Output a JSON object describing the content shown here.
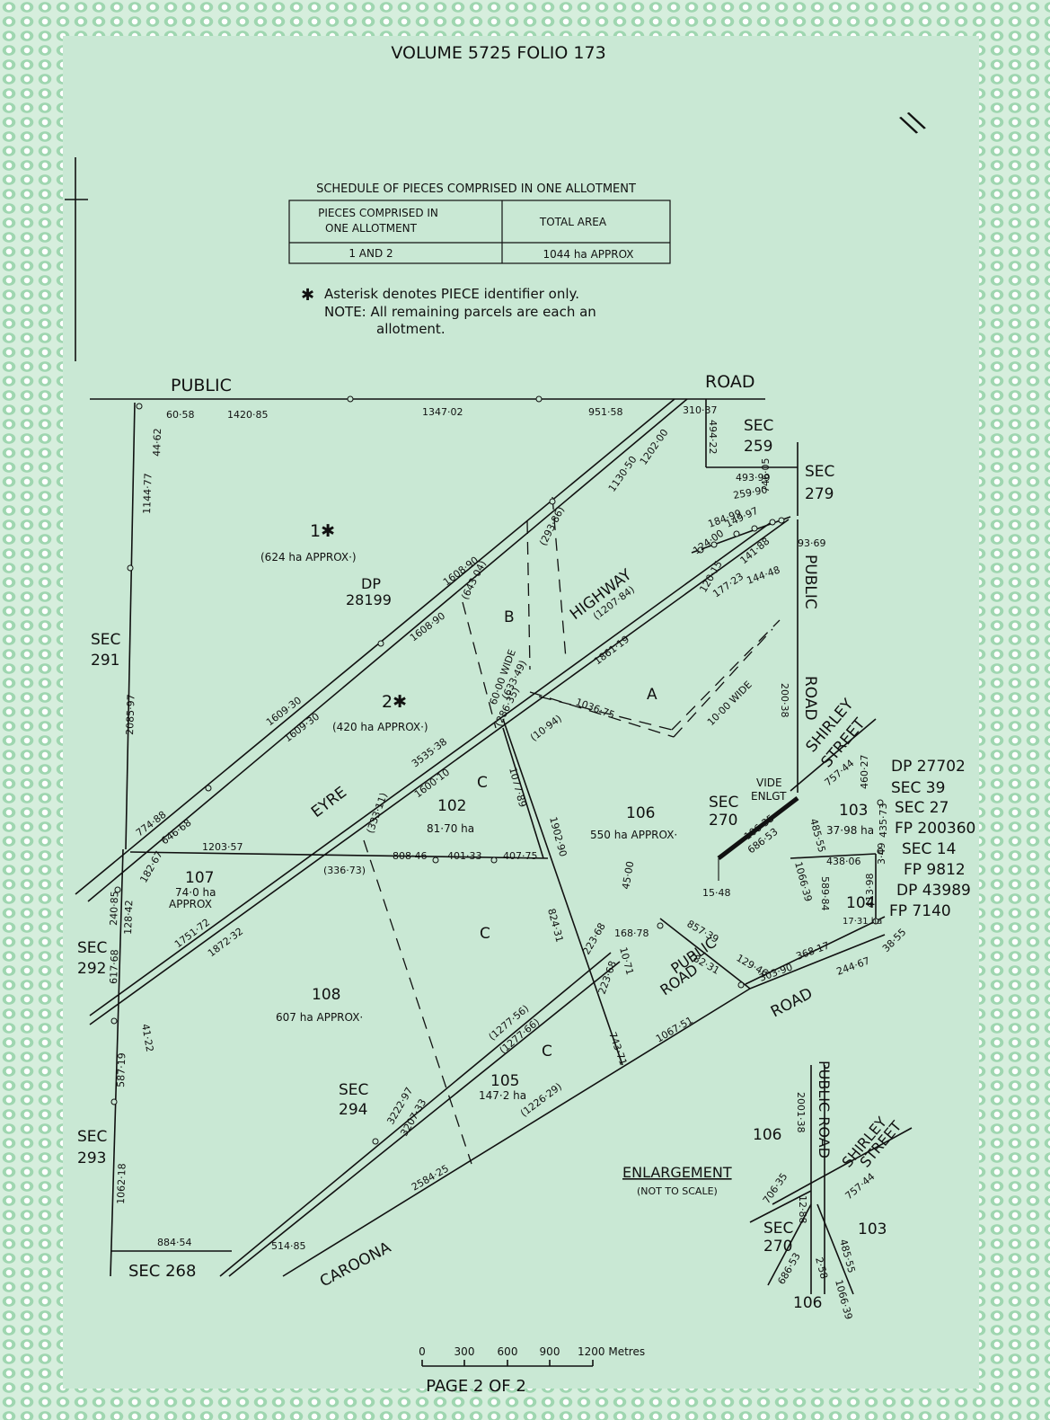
{
  "header": {
    "title": "VOLUME  5725    FOLIO  173"
  },
  "schedule": {
    "title": "SCHEDULE OF PIECES COMPRISED IN ONE ALLOTMENT",
    "col1_line1": "PIECES COMPRISED IN",
    "col1_line2": "ONE ALLOTMENT",
    "col2": "TOTAL AREA",
    "row_pieces": "1 AND 2",
    "row_area": "1044 ha APPROX"
  },
  "notes": {
    "asterisk": "✱",
    "line1": "Asterisk denotes PIECE identifier only.",
    "line2": "NOTE: All remaining parcels are each an",
    "line3": "allotment."
  },
  "roads": {
    "public_top": "PUBLIC",
    "road_top": "ROAD",
    "highway": "HIGHWAY",
    "eyre": "EYRE",
    "public_right": "PUBLIC",
    "road_right": "ROAD",
    "shirley": "SHIRLEY",
    "street": "STREET",
    "public_road_small_1": "PUBLIC",
    "public_road_small_2": "ROAD",
    "road_bottom": "ROAD",
    "caroona": "CAROONA",
    "wide_60": "60·00  WIDE",
    "wide_10": "10·00  WIDE",
    "vide_enlgt_1": "VIDE",
    "vide_enlgt_2": "ENLGT"
  },
  "parcels": {
    "p1": "1✱",
    "p1_area": "(624 ha APPROX·)",
    "dp_1": "DP",
    "dp_2": "28199",
    "pB": "B",
    "p2": "2✱",
    "p2_area": "(420 ha APPROX·)",
    "pA": "A",
    "pC1": "C",
    "pC2": "C",
    "pC3": "C",
    "p102": "102",
    "p102_area": "81·70 ha",
    "p106": "106",
    "p106_area": "550 ha APPROX·",
    "p107": "107",
    "p107_area1": "74·0 ha",
    "p107_area2": "APPROX",
    "p108": "108",
    "p108_area": "607 ha APPROX·",
    "p105": "105",
    "p105_area": "147·2 ha",
    "p103": "103",
    "p103_area": "37·98 ha",
    "p104": "104",
    "p104_area": "17·31 ha"
  },
  "sections": {
    "sec259_1": "SEC",
    "sec259_2": "259",
    "sec279_1": "SEC",
    "sec279_2": "279",
    "sec291_1": "SEC",
    "sec291_2": "291",
    "sec292_1": "SEC",
    "sec292_2": "292",
    "sec293_1": "SEC",
    "sec293_2": "293",
    "sec268": "SEC 268",
    "sec294_1": "SEC",
    "sec294_2": "294",
    "sec270_1": "SEC",
    "sec270_2": "270",
    "dp27702": "DP 27702",
    "sec39": "SEC 39",
    "sec27": "SEC 27",
    "fp200360": "FP 200360",
    "sec14": "SEC 14",
    "fp9812": "FP 9812",
    "dp43989": "DP 43989",
    "fp7140": "FP 7140"
  },
  "dimensions": [
    "60·58",
    "1420·85",
    "1347·02",
    "951·58",
    "310·37",
    "494·22",
    "1130·50",
    "1202·00",
    "1144·77",
    "44·62",
    "493·99",
    "259·90",
    "746·05",
    "184·99",
    "149·97",
    "124·00",
    "93·69",
    "141·88",
    "120·15",
    "177·23",
    "144·48",
    "1608·90",
    "(643·04)",
    "(293·86)",
    "1608·90",
    "(1207·84)",
    "1861·19",
    "(633·49)",
    "2085·97",
    "1609·30",
    "1609·30",
    "3535·38",
    "(286·35)",
    "(10·94)",
    "1036·75",
    "200·38",
    "1600·10",
    "1077·89",
    "1902·90",
    "774·88",
    "646·68",
    "1203·57",
    "(333·11)",
    "808·46",
    "401·33",
    "407·75",
    "(336·73)",
    "182·67",
    "240·85",
    "128·42",
    "757·44",
    "460·27",
    "106·35",
    "686·53",
    "485·55",
    "435·73",
    "438·06",
    "15·48",
    "1066·39",
    "589·84",
    "413·98",
    "3·49",
    "1751·72",
    "1872·32",
    "617·68",
    "45·00",
    "824·31",
    "223·68",
    "168·78",
    "10·71",
    "857·39",
    "782·31",
    "129·46",
    "303·90",
    "368·17",
    "244·67",
    "38·55",
    "223·68",
    "743·71",
    "1067·51",
    "41·22",
    "587·19",
    "(1277·56)",
    "(1277·66)",
    "3222·97",
    "3207·33",
    "(1226·29)",
    "2584·25",
    "1062·18",
    "884·54",
    "514·85"
  ],
  "enlargement": {
    "title": "ENLARGEMENT",
    "subtitle": "(NOT TO SCALE)",
    "public": "PUBLIC ROAD",
    "shirley": "SHIRLEY",
    "street": "STREET",
    "p106_top": "106",
    "p106_bottom": "106",
    "p103": "103",
    "sec_1": "SEC",
    "sec_2": "270",
    "d1": "2001·38",
    "d2": "706·35",
    "d3": "12·88",
    "d4": "757·44",
    "d5": "686·53",
    "d6": "2·58",
    "d7": "485·55",
    "d8": "1066·39"
  },
  "scale": {
    "ticks": [
      "0",
      "300",
      "600",
      "900",
      "1200 Metres"
    ]
  },
  "footer": {
    "page": "PAGE 2 OF 2"
  },
  "annotation": {
    "mark": "\\\\"
  }
}
